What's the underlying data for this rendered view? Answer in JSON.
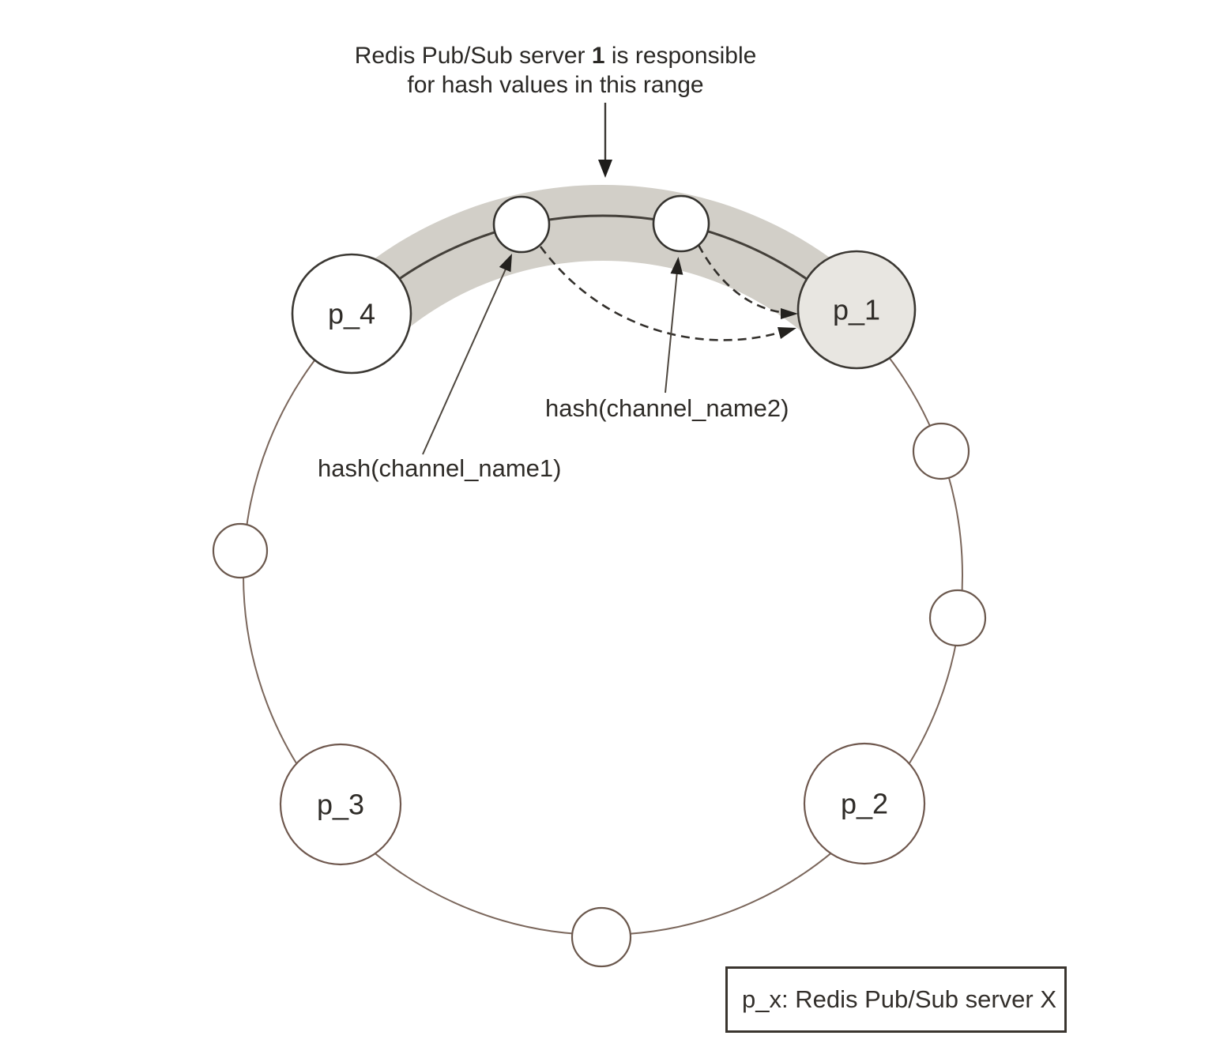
{
  "annotation": {
    "line1_pre": "Redis Pub/Sub server ",
    "line1_bold": "1",
    "line1_post": " is responsible",
    "line2": "for hash values in this range"
  },
  "hash_labels": {
    "name1": "hash(channel_name1)",
    "name2": "hash(channel_name2)"
  },
  "nodes": {
    "p1": "p_1",
    "p2": "p_2",
    "p3": "p_3",
    "p4": "p_4"
  },
  "legend": {
    "text": "p_x: Redis Pub/Sub server X"
  },
  "colors": {
    "band": "#d2cfc8",
    "p1_fill": "#e8e6e1",
    "ring_line": "#7b675c",
    "dark_line": "#44403a",
    "text": "#2e2b27"
  }
}
